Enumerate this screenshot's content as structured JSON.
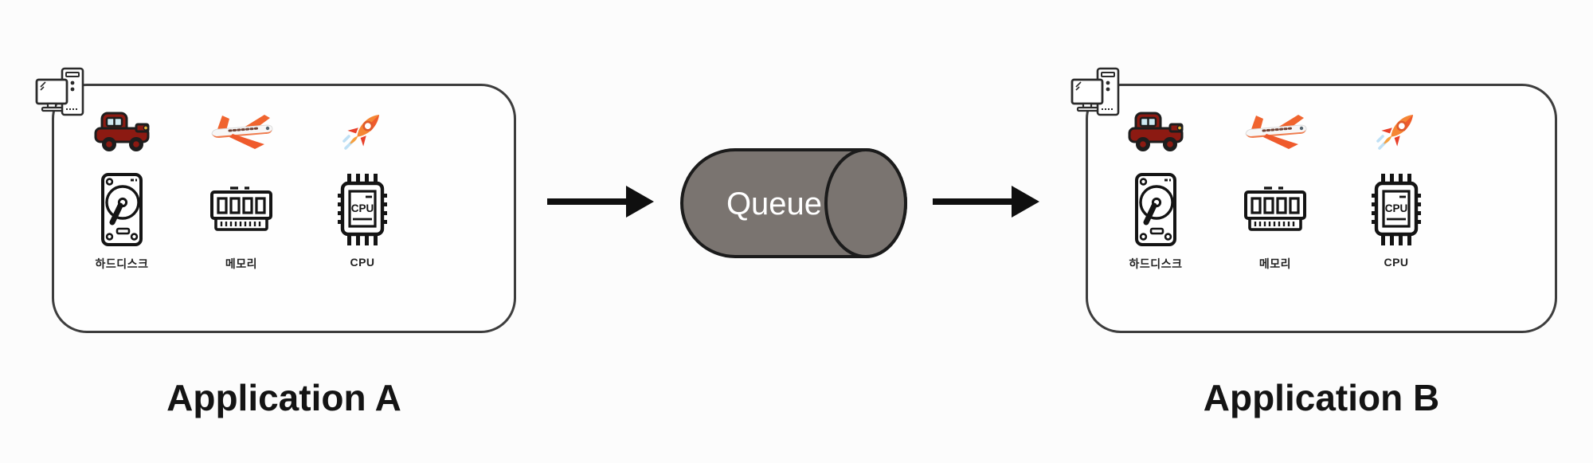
{
  "apps": {
    "a": {
      "title": "Application A",
      "columns": [
        {
          "label": "하드디스크",
          "vehicle_icon": "car-icon",
          "hardware_icon": "hard-disk-icon"
        },
        {
          "label": "메모리",
          "vehicle_icon": "airplane-icon",
          "hardware_icon": "memory-icon"
        },
        {
          "label": "CPU",
          "vehicle_icon": "rocket-icon",
          "hardware_icon": "cpu-icon"
        }
      ]
    },
    "b": {
      "title": "Application B",
      "columns": [
        {
          "label": "하드디스크",
          "vehicle_icon": "car-icon",
          "hardware_icon": "hard-disk-icon"
        },
        {
          "label": "메모리",
          "vehicle_icon": "airplane-icon",
          "hardware_icon": "memory-icon"
        },
        {
          "label": "CPU",
          "vehicle_icon": "rocket-icon",
          "hardware_icon": "cpu-icon"
        }
      ]
    }
  },
  "queue": {
    "label": "Queue",
    "body_color": "#7a7470",
    "outline_color": "#1b1b1b",
    "text_color": "#ffffff"
  },
  "icons": {
    "cpu_chip_text": "CPU",
    "computer_icon": "desktop-computer-icon"
  },
  "colors": {
    "box_border": "#3d3d3d",
    "arrow": "#0f0f0f",
    "title_text": "#141414",
    "label_text": "#222222",
    "background": "#fcfcfc"
  }
}
